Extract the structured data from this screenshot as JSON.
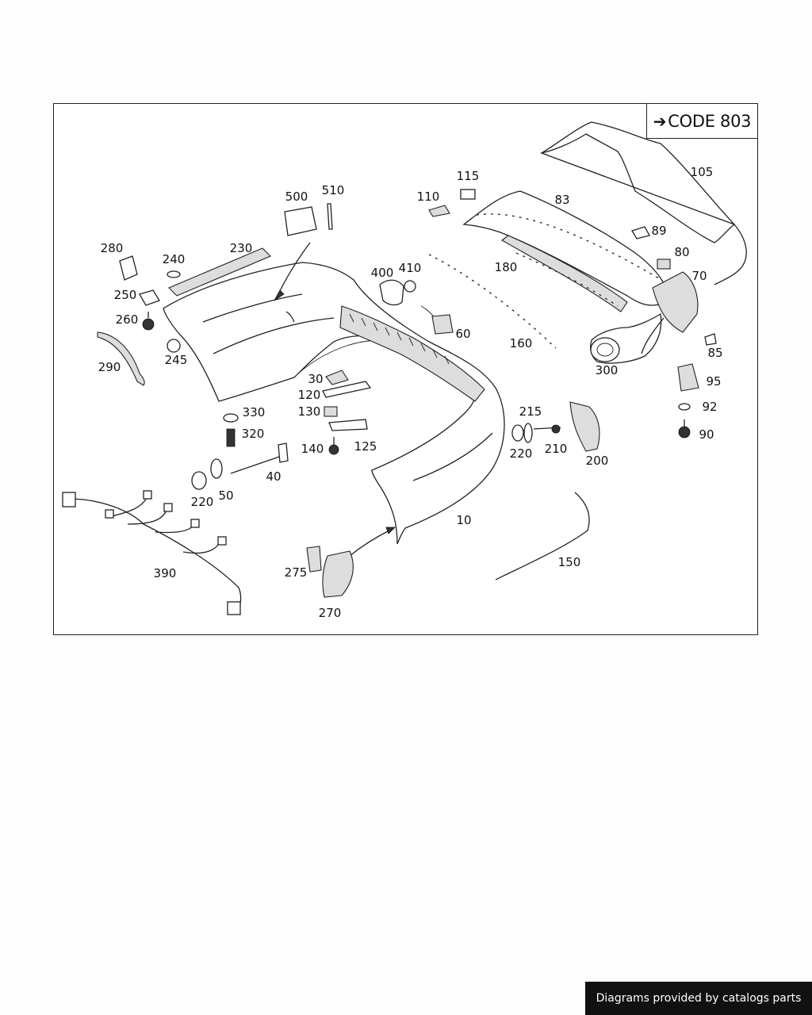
{
  "diagram": {
    "code_box": {
      "arrow": "➔",
      "label": "CODE 803"
    },
    "callouts": [
      {
        "id": "105",
        "label": "105"
      },
      {
        "id": "115",
        "label": "115"
      },
      {
        "id": "110",
        "label": "110"
      },
      {
        "id": "83",
        "label": "83"
      },
      {
        "id": "500",
        "label": "500"
      },
      {
        "id": "510",
        "label": "510"
      },
      {
        "id": "89",
        "label": "89"
      },
      {
        "id": "80",
        "label": "80"
      },
      {
        "id": "70",
        "label": "70"
      },
      {
        "id": "180",
        "label": "180"
      },
      {
        "id": "280",
        "label": "280"
      },
      {
        "id": "230",
        "label": "230"
      },
      {
        "id": "240",
        "label": "240"
      },
      {
        "id": "400",
        "label": "400"
      },
      {
        "id": "410",
        "label": "410"
      },
      {
        "id": "250",
        "label": "250"
      },
      {
        "id": "260",
        "label": "260"
      },
      {
        "id": "60",
        "label": "60"
      },
      {
        "id": "160",
        "label": "160"
      },
      {
        "id": "85",
        "label": "85"
      },
      {
        "id": "290",
        "label": "290"
      },
      {
        "id": "245",
        "label": "245"
      },
      {
        "id": "300",
        "label": "300"
      },
      {
        "id": "95",
        "label": "95"
      },
      {
        "id": "30",
        "label": "30"
      },
      {
        "id": "120",
        "label": "120"
      },
      {
        "id": "92",
        "label": "92"
      },
      {
        "id": "130",
        "label": "130"
      },
      {
        "id": "330",
        "label": "330"
      },
      {
        "id": "215",
        "label": "215"
      },
      {
        "id": "320",
        "label": "320"
      },
      {
        "id": "90",
        "label": "90"
      },
      {
        "id": "125",
        "label": "125"
      },
      {
        "id": "140",
        "label": "140"
      },
      {
        "id": "220a",
        "label": "220"
      },
      {
        "id": "210",
        "label": "210"
      },
      {
        "id": "200",
        "label": "200"
      },
      {
        "id": "40",
        "label": "40"
      },
      {
        "id": "220b",
        "label": "220"
      },
      {
        "id": "50",
        "label": "50"
      },
      {
        "id": "10",
        "label": "10"
      },
      {
        "id": "390",
        "label": "390"
      },
      {
        "id": "150",
        "label": "150"
      },
      {
        "id": "275",
        "label": "275"
      },
      {
        "id": "270",
        "label": "270"
      }
    ]
  },
  "footer": {
    "label": "Diagrams provided by catalogs parts"
  }
}
